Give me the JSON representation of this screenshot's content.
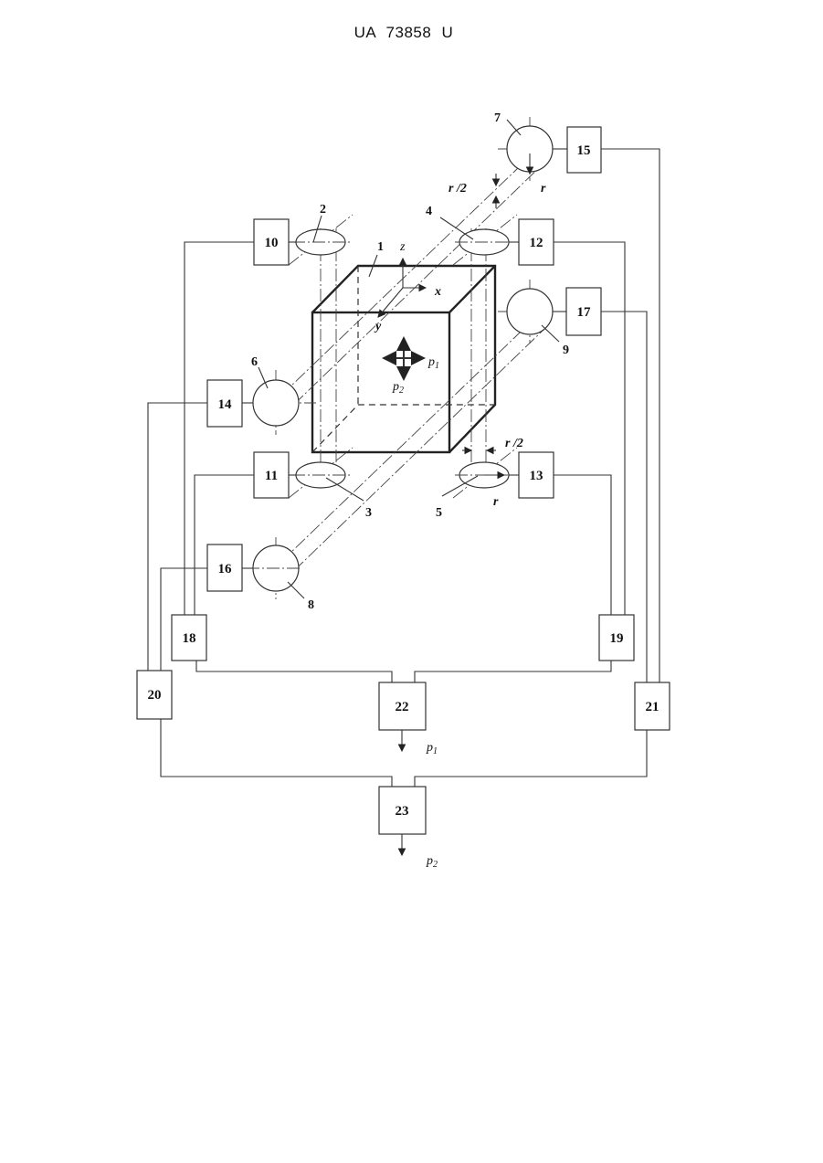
{
  "header": {
    "document_id": "UA   73858   U"
  },
  "figure": {
    "blocks": [
      "10",
      "11",
      "12",
      "13",
      "14",
      "15",
      "16",
      "17",
      "18",
      "19",
      "20",
      "21",
      "22",
      "23"
    ],
    "sensors": [
      "2",
      "3",
      "4",
      "5",
      "6",
      "7",
      "8",
      "9"
    ],
    "body_label": "1",
    "axes": {
      "x": "x",
      "y": "y",
      "z": "z"
    },
    "dimensions": {
      "r": "r",
      "r_half": "r /2"
    },
    "outputs": {
      "p1": {
        "symbol": "p",
        "subscript": "1"
      },
      "p2": {
        "symbol": "p",
        "subscript": "2"
      }
    }
  }
}
